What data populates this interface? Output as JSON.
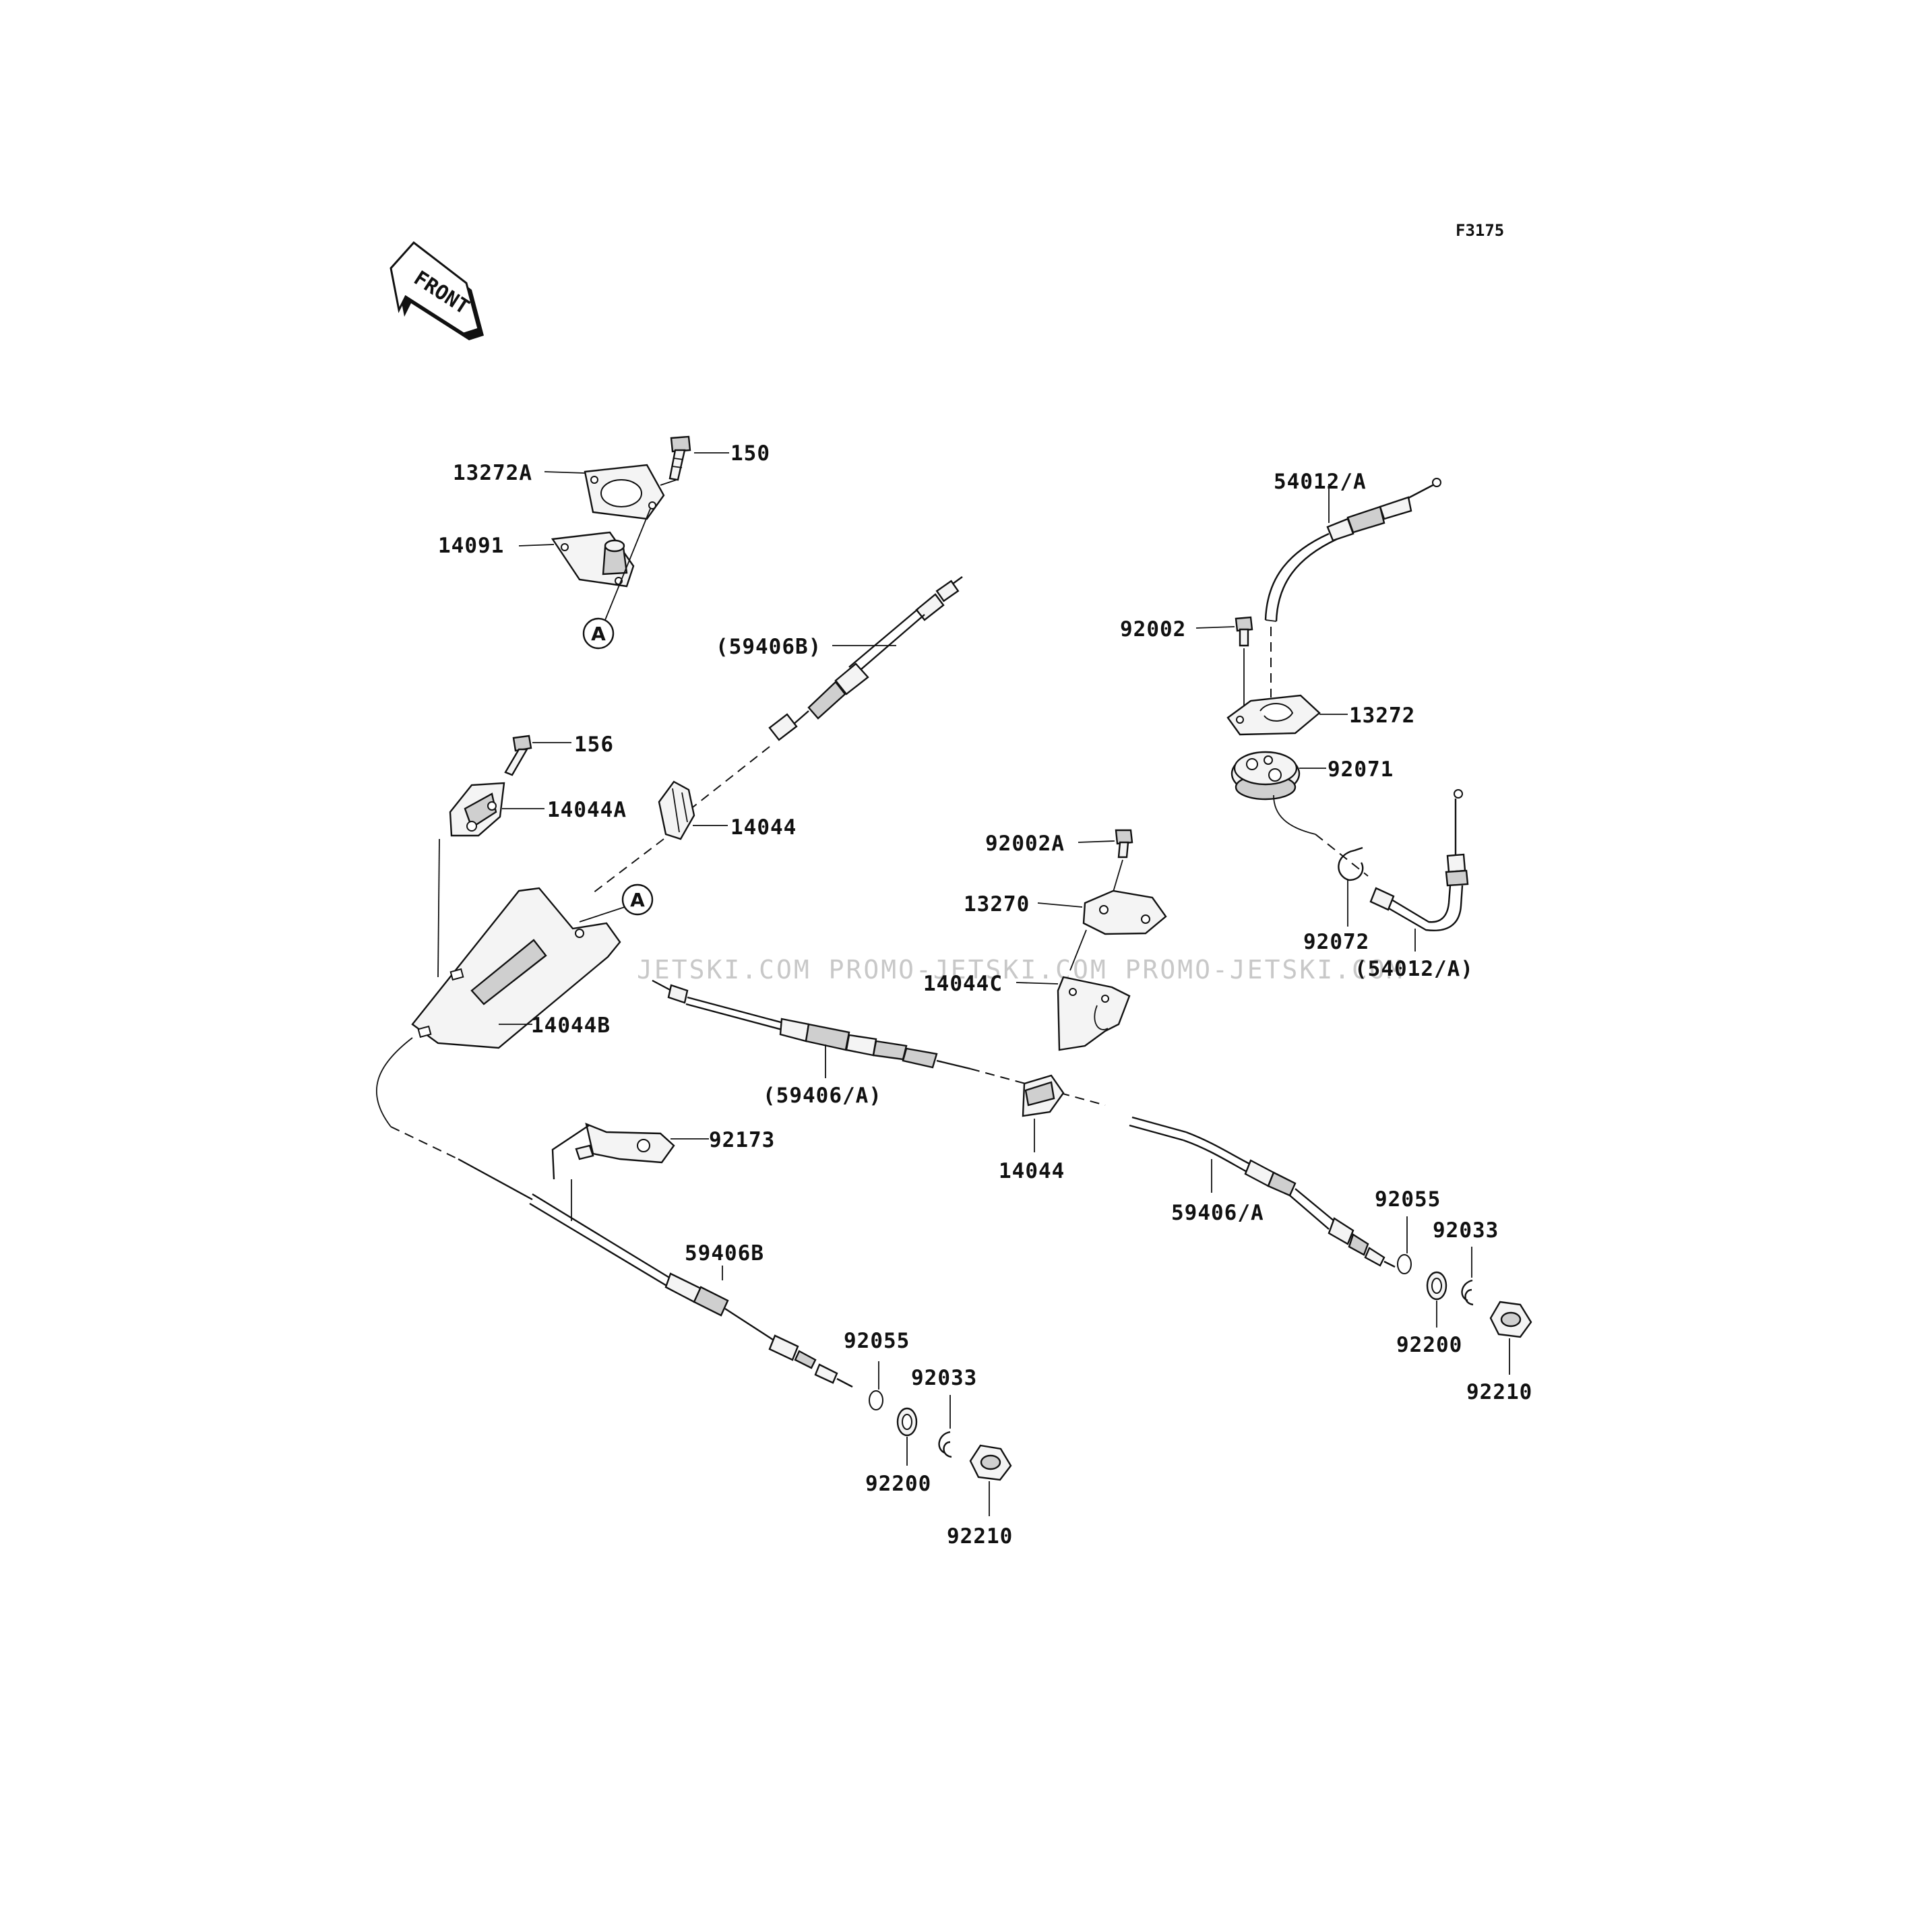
{
  "figure_code": "F3175",
  "front_badge": "FRONT",
  "watermark": "JETSKI.COM  PROMO-JETSKI.COM  PROMO-JETSKI.COM",
  "reference_marker": "A",
  "labels": {
    "p13272A": "13272A",
    "p150": "150",
    "p14091": "14091",
    "p59406B_paren": "(59406B)",
    "p156": "156",
    "p14044A": "14044A",
    "p14044_upper": "14044",
    "p14044B": "14044B",
    "p59406A_paren": "(59406/A)",
    "p14044_mid": "14044",
    "p92173": "92173",
    "p59406B": "59406B",
    "p92055_left": "92055",
    "p92033_left": "92033",
    "p92200_left": "92200",
    "p92210_left": "92210",
    "p54012A": "54012/A",
    "p92002": "92002",
    "p13272": "13272",
    "p92071": "92071",
    "p92002A": "92002A",
    "p13270": "13270",
    "p14044C": "14044C",
    "p92072": "92072",
    "p54012A_paren": "(54012/A)",
    "p59406A": "59406/A",
    "p92055_right": "92055",
    "p92033_right": "92033",
    "p92200_right": "92200",
    "p92210_right": "92210"
  }
}
